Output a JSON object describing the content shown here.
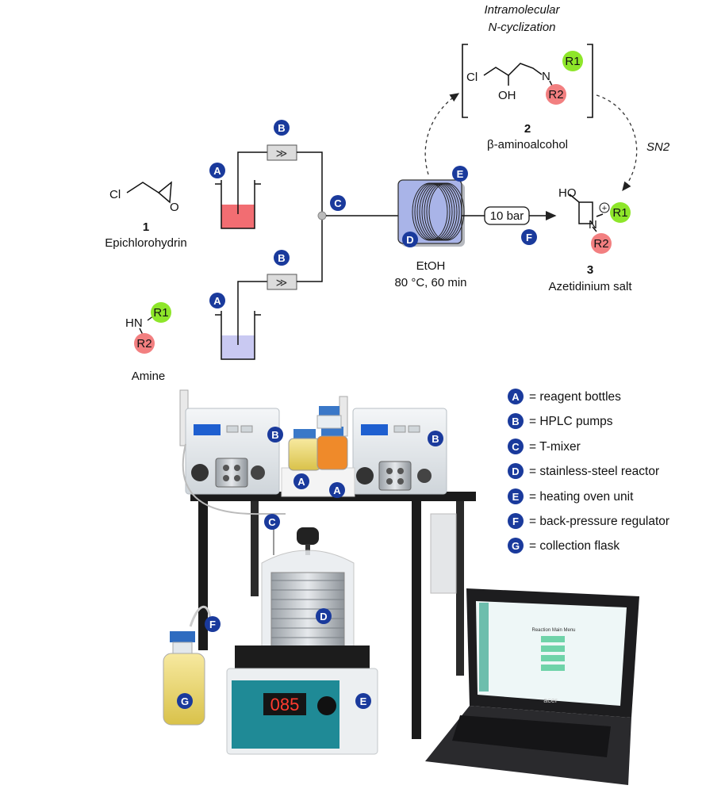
{
  "scheme": {
    "top_annotation_line1": "Intramolecular",
    "top_annotation_line2": "N-cyclization",
    "intermediate": {
      "number": "2",
      "name": "β-aminoalcohol",
      "cl": "Cl",
      "oh": "OH",
      "n": "N",
      "r1": "R1",
      "r2": "R2"
    },
    "epichlorohydrin": {
      "number": "1",
      "name": "Epichlorohydrin",
      "cl": "Cl",
      "o": "O"
    },
    "amine": {
      "name": "Amine",
      "hn": "HN",
      "r1": "R1",
      "r2": "R2"
    },
    "product": {
      "number": "3",
      "name": "Azetidinium salt",
      "ho": "HO",
      "n": "N",
      "plus": "+",
      "r1": "R1",
      "r2": "R2"
    },
    "reactor_conditions_line1": "EtOH",
    "reactor_conditions_line2": "80 °C, 60 min",
    "back_pressure": "10 bar",
    "sn2": "SN2",
    "pump_symbol": "≫"
  },
  "badges": [
    "A",
    "B",
    "C",
    "D",
    "E",
    "F",
    "G"
  ],
  "legend": [
    {
      "badge": "A",
      "text": "= reagent bottles"
    },
    {
      "badge": "B",
      "text": "= HPLC pumps"
    },
    {
      "badge": "C",
      "text": "= T-mixer"
    },
    {
      "badge": "D",
      "text": "= stainless-steel reactor"
    },
    {
      "badge": "E",
      "text": "= heating oven unit"
    },
    {
      "badge": "F",
      "text": "= back-pressure regulator"
    },
    {
      "badge": "G",
      "text": "= collection flask"
    }
  ],
  "photo": {
    "oven_display": "085",
    "laptop_brand": "acer",
    "laptop_screen_title": "Reaction Main Menu"
  },
  "colors": {
    "badge": "#1a3a9c",
    "r1_green": "#8ee62a",
    "r2_red": "#f27f80",
    "bottle_red": "#f26d72",
    "bottle_blue": "#c9c9f2",
    "reactor_blue": "#a9b4e8"
  }
}
